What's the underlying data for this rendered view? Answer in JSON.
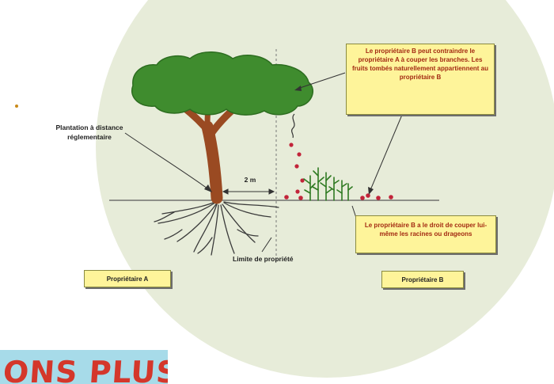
{
  "notes": {
    "branches": "Le propriétaire B peut contraindre le propriétaire A à couper les branches. Les fruits tombés naturellement appartiennent au propriétaire B",
    "roots": "Le propriétaire B a le droit de couper lui-même les racines ou drageons"
  },
  "labels": {
    "plantation": "Plantation à distance réglementaire",
    "distance": "2 m",
    "limit": "Limite de propriété"
  },
  "owners": {
    "a": "Propriétaire A",
    "b": "Propriétaire B"
  },
  "banner": {
    "text": "ONS PLUS"
  },
  "colors": {
    "background_circle": "#e7ecd9",
    "canopy": "#3f8c2e",
    "trunk": "#9a4a22",
    "fruit": "#c2243a",
    "note_fill": "#fef49a",
    "note_text": "#a32a12",
    "banner_fill": "#a7dbe9",
    "banner_text": "#d4372b"
  }
}
